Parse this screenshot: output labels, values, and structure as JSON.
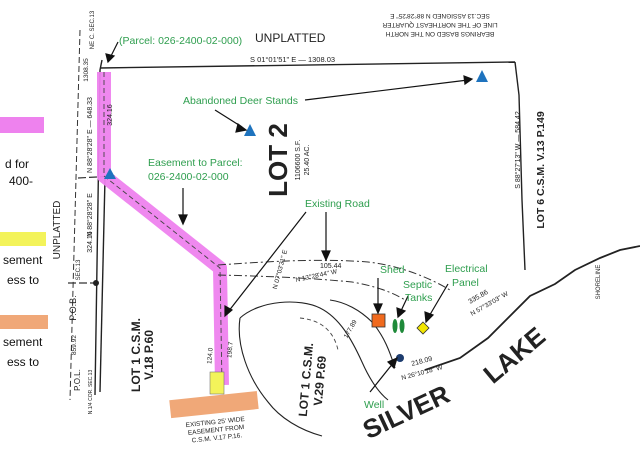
{
  "colors": {
    "easement_pink": "#ee82ee",
    "highlight_yellow": "#f3f35a",
    "highlight_orange": "#f0a878",
    "label_green": "#2e9e4e",
    "deer_stand_blue": "#1e73be",
    "shed_orange": "#f06a1e",
    "septic_green": "#1f8a3a",
    "panel_yellow": "#f2e600",
    "well_navy": "#1d3c6e"
  },
  "legend": {
    "pink_line1": "d for",
    "pink_line2": "400-",
    "yellow_line1": "sement",
    "yellow_line2": "ess to",
    "orange_line1": "sement",
    "orange_line2": "ess to"
  },
  "callouts": {
    "parcel_top": "(Parcel: 026-2400-02-000)",
    "deer_stands": "Abandoned Deer Stands",
    "easement_line1": "Easement to Parcel:",
    "easement_line2": "026-2400-02-000",
    "existing_road": "Existing Road",
    "shed": "Shed",
    "septic_line1": "Septic",
    "septic_line2": "Tanks",
    "electrical_line1": "Electrical",
    "electrical_line2": "Panel",
    "well": "Well"
  },
  "survey_text": {
    "unplatted_top": "UNPLATTED",
    "unplatted_left": "UNPLATTED",
    "lot2": "LOT 2",
    "lot2_area_sf": "1106600 S.F.",
    "lot2_area_ac": "25.40 AC.",
    "bearing_top": "S 01°01'51\" E — 1308.03",
    "bearing_note_1": "BEARINGS BASED ON THE NORTH",
    "bearing_note_2": "LINE OF THE NORTHEAST QUARTER",
    "bearing_note_3": "SEC.13 ASSIGNED N 88°28'25\" E",
    "west_1": "N 88°28'28\" E — 648.33",
    "west_2": "N 88°28'28\" E",
    "west_dist": "324.16",
    "west_dist2": "324.16",
    "lot6": "LOT 6 C.S.M. V.13 P.149",
    "east_bearing": "S 88°27'13\" W — 584.42",
    "shoreline": "SHORELINE",
    "silver": "SILVER",
    "lake": "LAKE",
    "lot1": "LOT 1 C.S.M.",
    "lot1_vol": "V.29 P.69",
    "lot_left": "LOT 1 C.S.M.",
    "lot_left_vol": "V.18 P.60",
    "road_dist1": "105.44",
    "road_dist2": "335.86",
    "bearing_n13": "N 13°28'44\" W",
    "bearing_n07": "N 07°03'31\" E",
    "bearing_n57": "N 57°33'03\" W",
    "bearing_n26": "N 26°10'18\" W",
    "dist_218": "218.09",
    "dist_177": "177.89",
    "easement_note_1": "EXISTING 25' WIDE",
    "easement_note_2": "EASEMENT FROM",
    "easement_note_3": "C.S.M. V.17 P.16.",
    "pob": "P.O.B.",
    "dist_859": "859.92",
    "ne_corner": "NE C. SEC.13",
    "dist_130835": "1308.35",
    "sec13": "SEC.13",
    "dist_198": "198.7",
    "dist_124": "124.0",
    "pol": "P.O.L.",
    "lot_line_note": "N.1/4 COR. SEC.13"
  }
}
